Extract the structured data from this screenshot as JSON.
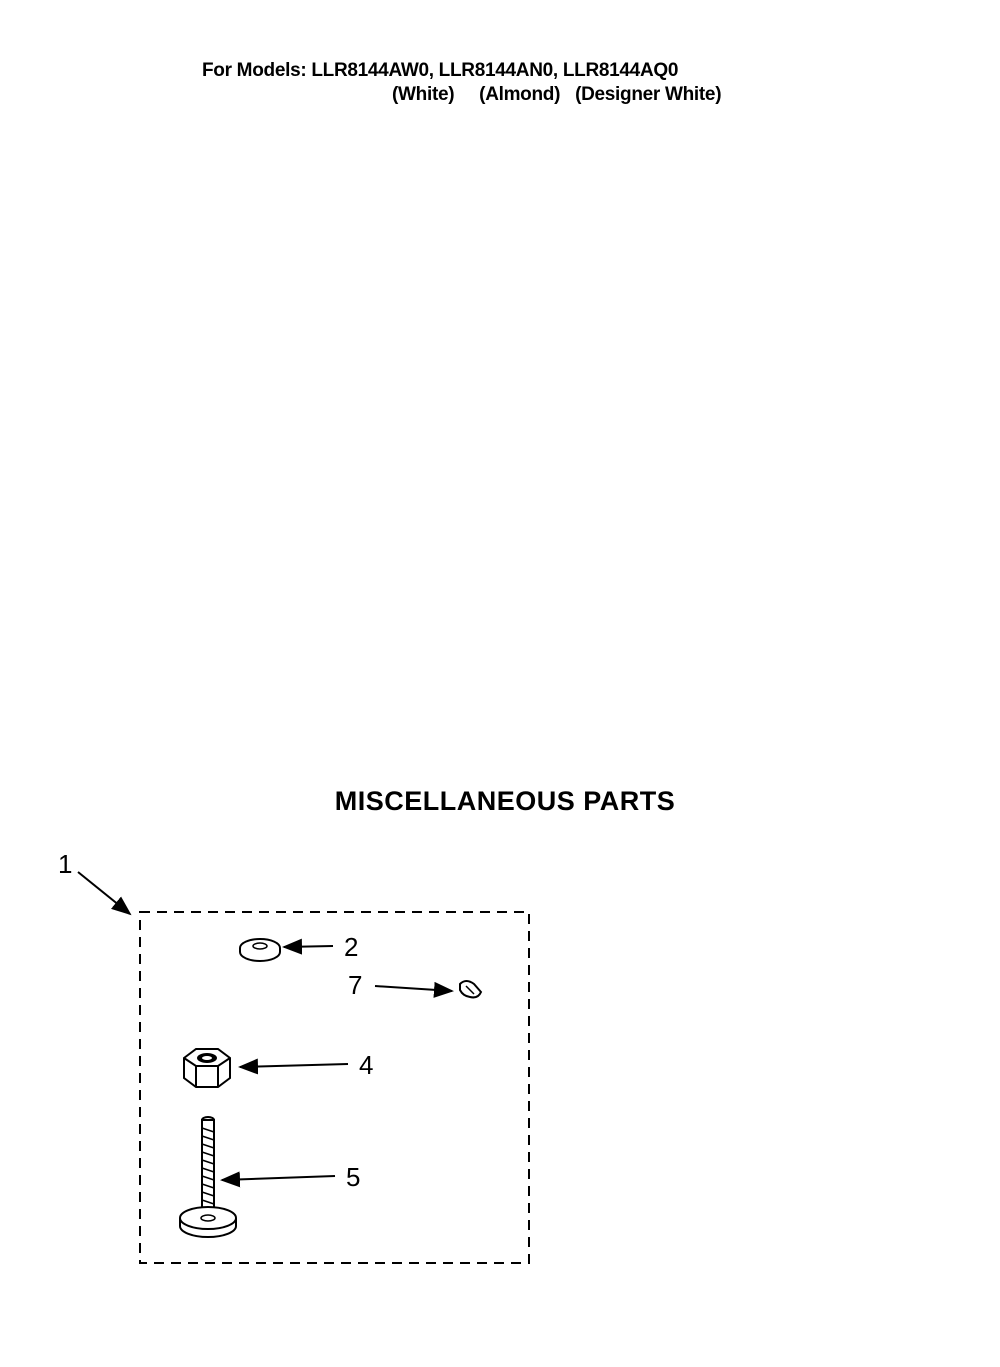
{
  "header": {
    "models_line": "For Models: LLR8144AW0, LLR8144AN0, LLR8144AQ0",
    "colors_line": "(White)     (Almond)   (Designer White)"
  },
  "section_title": "MISCELLANEOUS PARTS",
  "callouts": {
    "kit": "1",
    "washer": "2",
    "clip": "7",
    "nut": "4",
    "bolt": "5"
  },
  "icons": [
    "washer-icon",
    "clip-icon",
    "hex-nut-icon",
    "bolt-icon"
  ]
}
